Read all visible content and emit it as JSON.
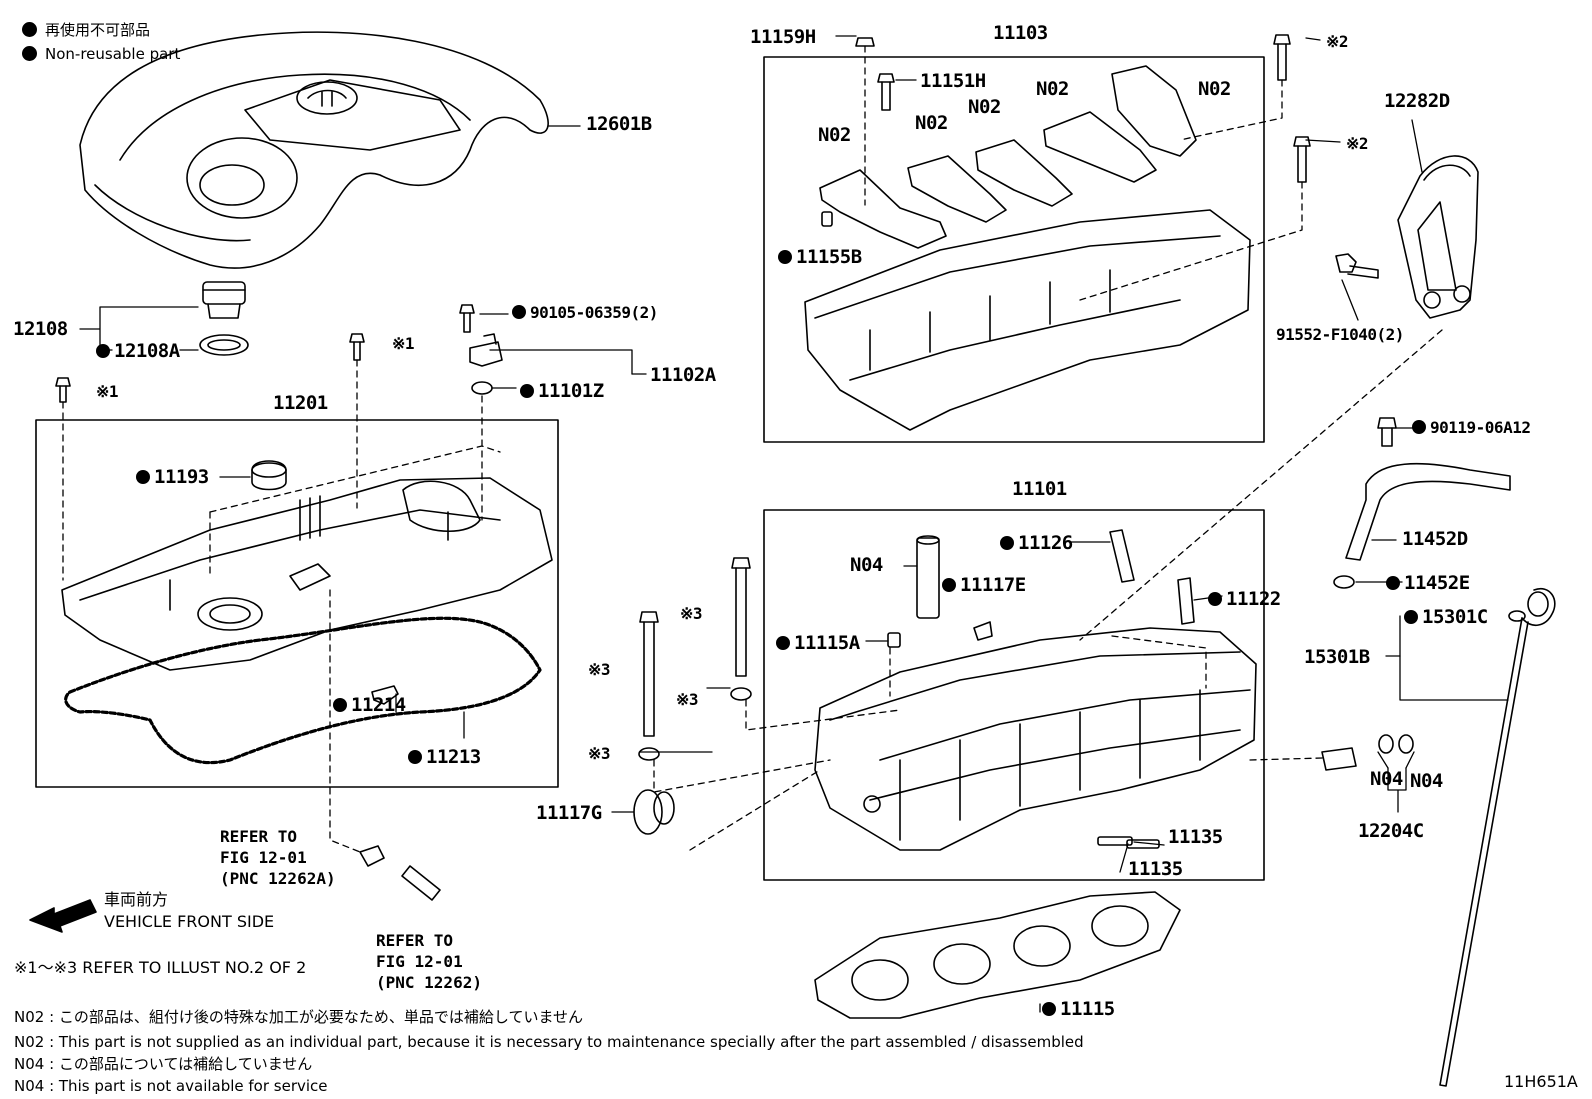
{
  "legend": {
    "non_reusable_jp": "再使用不可部品",
    "non_reusable_en": "Non-reusable part"
  },
  "parts": {
    "p12601B": "12601B",
    "p12108": "12108",
    "p12108A": "12108A",
    "p90105": "90105-06359(2)",
    "p11102A": "11102A",
    "p11101Z": "11101Z",
    "p11201": "11201",
    "p11193": "11193",
    "p11214": "11214",
    "p11213": "11213",
    "p11159H": "11159H",
    "p11103": "11103",
    "p11151H": "11151H",
    "p11155B": "11155B",
    "p12282D": "12282D",
    "p91552": "91552-F1040(2)",
    "p90119": "90119-06A12",
    "p11452D": "11452D",
    "p11452E": "11452E",
    "p15301C": "15301C",
    "p15301B": "15301B",
    "p11101": "11101",
    "p11126": "11126",
    "p11117E": "11117E",
    "p11122": "11122",
    "p11115A": "11115A",
    "p11117G": "11117G",
    "p11135a": "11135",
    "p11135b": "11135",
    "p12204C": "12204C",
    "p11115": "11115",
    "n02a": "N02",
    "n02b": "N02",
    "n02c": "N02",
    "n02d": "N02",
    "n02e": "N02",
    "n04a": "N04",
    "n04b": "N04",
    "n04c": "N04"
  },
  "marks": {
    "m1a": "※1",
    "m1b": "※1",
    "m2a": "※2",
    "m2b": "※2",
    "m3a": "※3",
    "m3b": "※3",
    "m3c": "※3",
    "m3d": "※3"
  },
  "refer1": "REFER TO\nFIG 12-01\n(PNC 12262A)",
  "refer2": "REFER TO\nFIG 12-01\n(PNC 12262)",
  "front": {
    "jp": "車両前方",
    "en": "VEHICLE FRONT SIDE"
  },
  "illust_ref": "※1～※3  REFER TO ILLUST NO.2 OF 2",
  "notes": {
    "n02_jp": "N02 : この部品は、組付け後の特殊な加工が必要なため、単品では補給していません",
    "n02_en": "N02 : This part is not supplied as an individual part, because it is necessary to maintenance specially after the part assembled / disassembled",
    "n04_jp": "N04 : この部品については補給していません",
    "n04_en": "N04 : This part is not available for service"
  },
  "illustration_code": "11H651A"
}
